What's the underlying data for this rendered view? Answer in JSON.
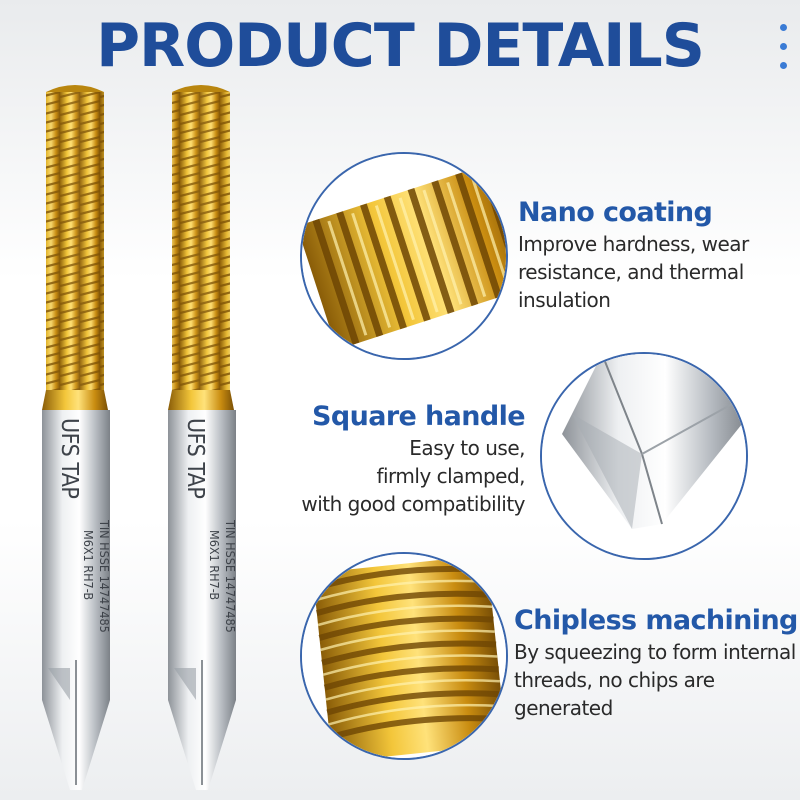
{
  "title": "PRODUCT DETAILS",
  "colors": {
    "title_blue": "#1f4d9a",
    "heading_blue": "#2358a8",
    "body_text": "#2a2a2a",
    "gold": "#d9a21b",
    "silver": "#c8ccd1",
    "dots": "#3a7bd5"
  },
  "taps": [
    {
      "brand": "UFS TAP",
      "spec": "M6X1  RH7-B",
      "material": "TIN HSSE 14747485"
    },
    {
      "brand": "UFS TAP",
      "spec": "M6X1  RH7-B",
      "material": "TIN HSSE 14747485"
    }
  ],
  "features": [
    {
      "heading": "Nano coating",
      "lines": [
        "Improve hardness, wear",
        "resistance, and thermal",
        "insulation"
      ]
    },
    {
      "heading": "Square handle",
      "lines": [
        "Easy to use,",
        "firmly clamped,",
        "with good compatibility"
      ]
    },
    {
      "heading": "Chipless machining",
      "lines": [
        "By squeezing to form internal",
        "threads, no chips are",
        "generated"
      ]
    }
  ]
}
